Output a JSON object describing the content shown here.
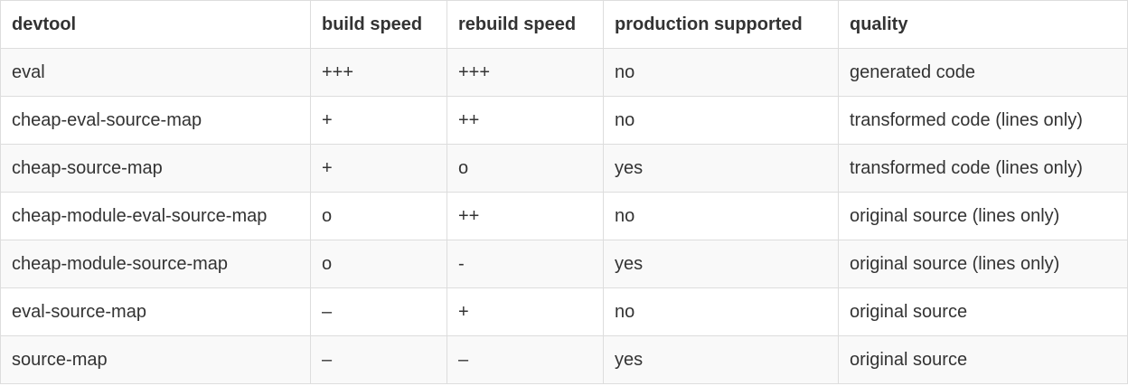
{
  "table": {
    "headers": [
      "devtool",
      "build speed",
      "rebuild speed",
      "production supported",
      "quality"
    ],
    "rows": [
      [
        "eval",
        "+++",
        "+++",
        "no",
        "generated code"
      ],
      [
        "cheap-eval-source-map",
        "+",
        "++",
        "no",
        "transformed code (lines only)"
      ],
      [
        "cheap-source-map",
        "+",
        "o",
        "yes",
        "transformed code (lines only)"
      ],
      [
        "cheap-module-eval-source-map",
        "o",
        "++",
        "no",
        "original source (lines only)"
      ],
      [
        "cheap-module-source-map",
        "o",
        "-",
        "yes",
        "original source (lines only)"
      ],
      [
        "eval-source-map",
        "–",
        "+",
        "no",
        "original source"
      ],
      [
        "source-map",
        "–",
        "–",
        "yes",
        "original source"
      ]
    ]
  }
}
